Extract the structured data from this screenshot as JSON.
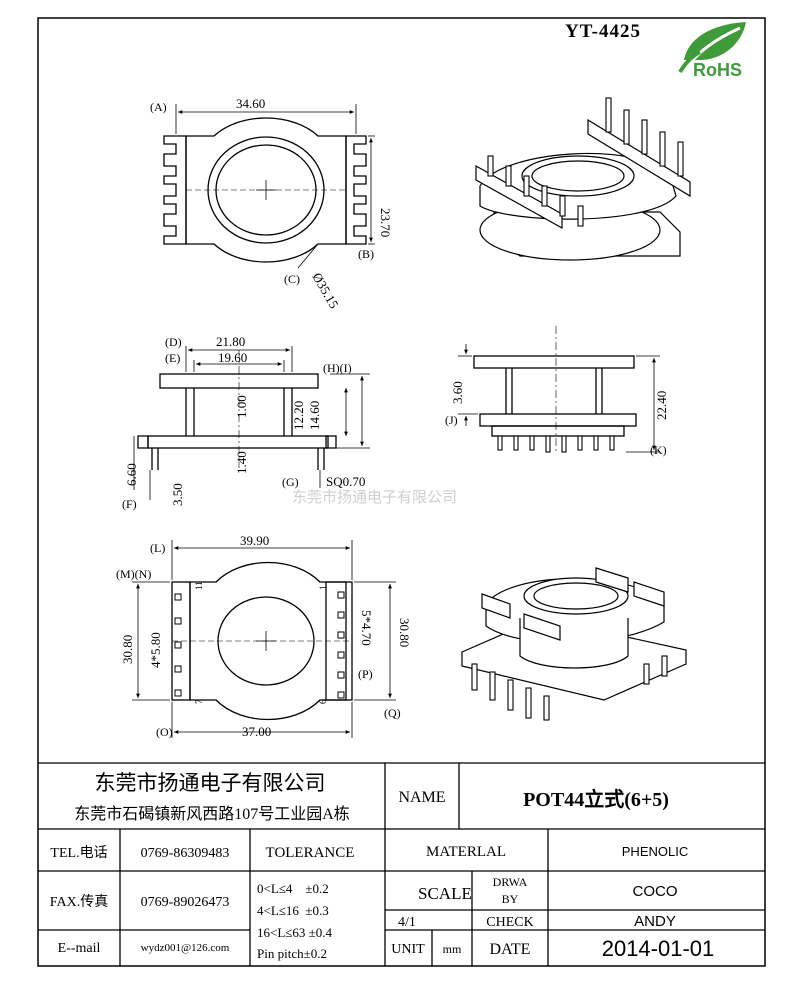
{
  "part_number": "YT-4425",
  "rohs_label": "RoHS",
  "watermark": "东莞市扬通电子有限公司",
  "top_view": {
    "label_a": "(A)",
    "dim_a": "34.60",
    "label_b": "(B)",
    "dim_b": "23.70",
    "label_c": "(C)",
    "dim_c": "Ø35.15"
  },
  "side_view": {
    "label_d": "(D)",
    "dim_d": "21.80",
    "label_e": "(E)",
    "dim_e": "19.60",
    "label_hi": "(H)(I)",
    "dim_h": "12.20",
    "dim_i": "14.60",
    "dim_inner": "1.00",
    "dim_lower": "1.40",
    "label_f": "(F)",
    "dim_f1": "6.60",
    "dim_f2": "3.50",
    "label_g": "(G)",
    "dim_g": "SQ0.70"
  },
  "right_side_view": {
    "label_j": "(J)",
    "dim_j": "3.60",
    "label_k": "(K)",
    "dim_k": "22.40"
  },
  "bottom_view": {
    "label_l": "(L)",
    "dim_l": "39.90",
    "label_mn": "(M)(N)",
    "dim_m": "30.80",
    "dim_n": "4*5.80",
    "label_p": "(P)",
    "dim_p": "5*4.70",
    "dim_p2": "30.80",
    "label_o": "(O)",
    "dim_o": "37.00",
    "pin_11": "11",
    "pin_7": "7",
    "pin_1": "1",
    "pin_6": "6"
  },
  "title_block": {
    "company_name": "东莞市扬通电子有限公司",
    "company_address": "东莞市石碣镇新风西路107号工业园A栋",
    "name_label": "NAME",
    "name_value": "POT44立式(6+5)",
    "tel_label": "TEL.电话",
    "tel_value": "0769-86309483",
    "fax_label": "FAX.传真",
    "fax_value": "0769-89026473",
    "email_label": "E--mail",
    "email_value": "wydz001@126.com",
    "tolerance_label": "TOLERANCE",
    "tolerance_1": "0<L≤4    ±0.2",
    "tolerance_2": "4<L≤16  ±0.3",
    "tolerance_3": "16<L≤63 ±0.4",
    "tolerance_4": "Pin pitch±0.2",
    "material_label": "MATERLAL",
    "material_value": "PHENOLIC",
    "scale_label": "SCALE",
    "scale_value": "4/1",
    "unit_label": "UNIT",
    "unit_value": "mm",
    "drawn_label_1": "DRWA",
    "drawn_label_2": "BY",
    "drawn_value": "COCO",
    "check_label": "CHECK",
    "check_value": "ANDY",
    "date_label": "DATE",
    "date_value": "2014-01-01"
  }
}
